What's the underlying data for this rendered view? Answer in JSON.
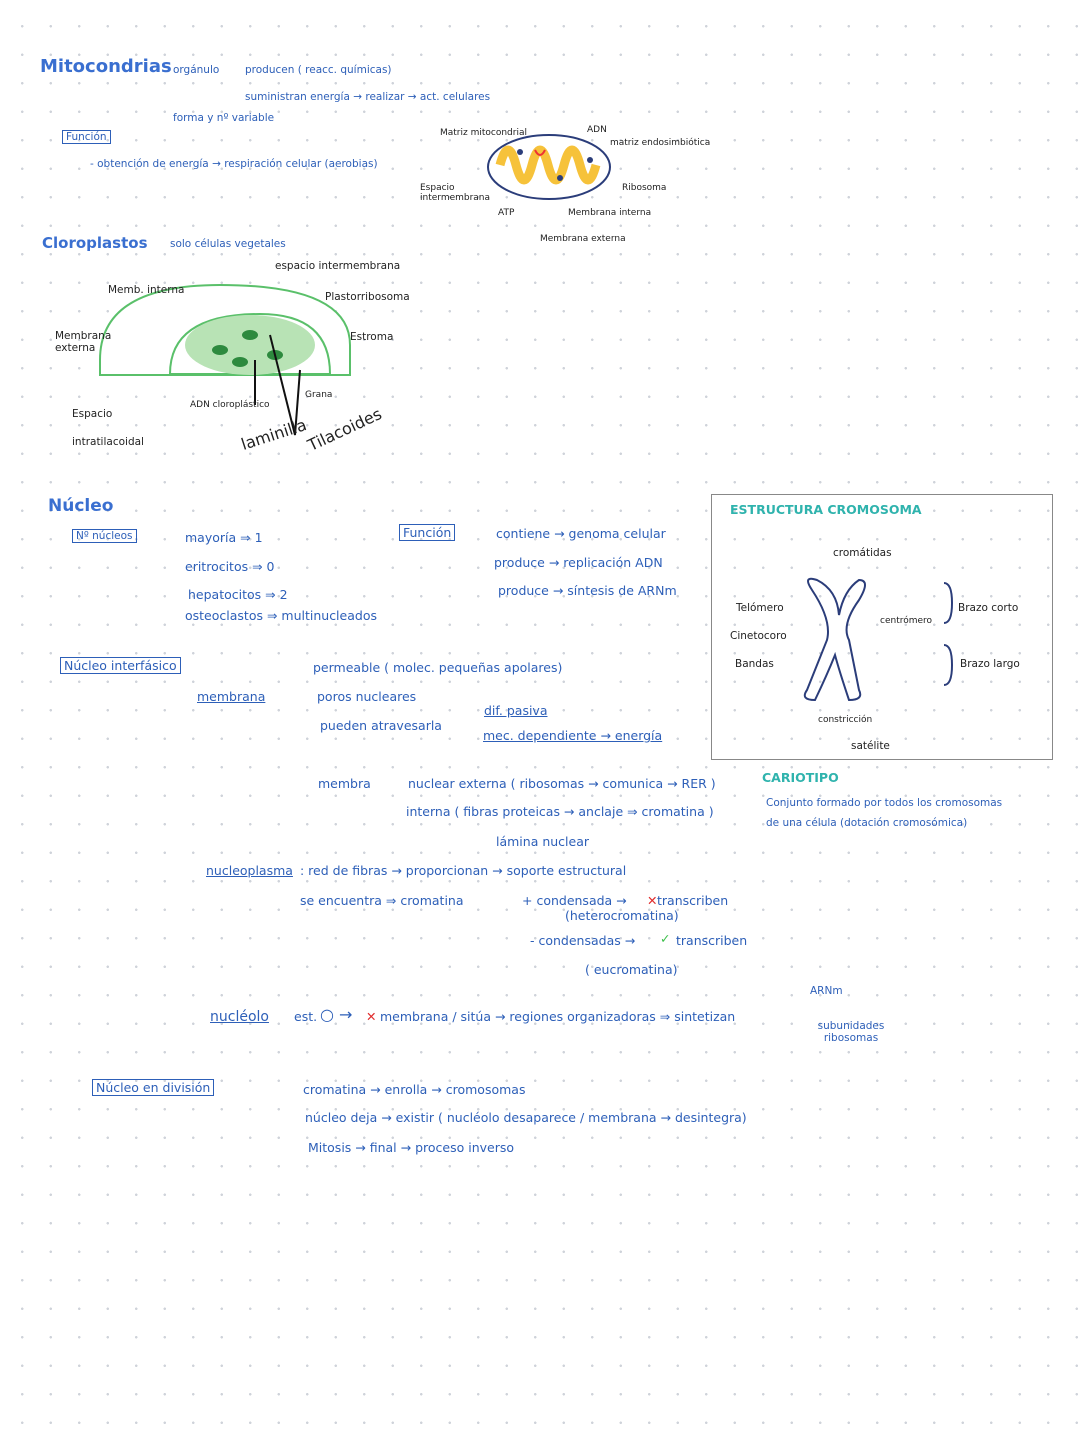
{
  "colors": {
    "ink": "#2d5fb8",
    "accent": "#2fb3ad",
    "label": "#222222"
  },
  "mito": {
    "title": "Mitocondrias",
    "l1a": "orgánulo",
    "l1b": "producen ( reacc. químicas)",
    "l2": "suministran energía → realizar → act. celulares",
    "l3": "forma y nº variable",
    "func_box": "Función",
    "func": "- obtención de energía → respiración celular (aerobias)",
    "labels": {
      "matriz": "Matriz mitocondrial",
      "adn": "ADN",
      "endos": "matriz endosimbiótica",
      "espacio": "Espacio intermembrana",
      "atp": "ATP",
      "ribosoma": "Ribosoma",
      "interna": "Membrana interna",
      "externa": "Membrana externa"
    }
  },
  "cloro": {
    "title": "Cloroplastos",
    "sub": "solo células vegetales",
    "labels": {
      "espacio": "espacio intermembrana",
      "memb_int": "Memb. interna",
      "plasto": "Plastorribosoma",
      "memb_ext": "Membrana externa",
      "estroma": "Estroma",
      "espacio_intra": "Espacio intratilacoidal",
      "adn": "ADN cloroplástico",
      "grana": "Grana",
      "laminilla": "laminilla",
      "tilac": "Tilacoides"
    }
  },
  "nucleo": {
    "title": "Núcleo",
    "n_box": "Nº núcleos",
    "n_items": [
      "mayoría ⇒ 1",
      "eritrocitos ⇒ 0",
      "hepatocitos ⇒ 2",
      "osteoclastos ⇒ multinucleados"
    ],
    "f_box": "Función",
    "f_items": [
      "contiene → genoma celular",
      "produce → replicación ADN",
      "produce → síntesis de ARNm"
    ],
    "inter_box": "Núcleo interfásico",
    "membrana": "membrana",
    "m_items": [
      "permeable ( molec. pequeñas apolares)",
      "poros nucleares",
      "pueden atravesarla"
    ],
    "pasiva": "dif. pasiva",
    "dep": "mec. dependiente → energía",
    "membra": "membra",
    "ext": "nuclear externa ( ribosomas → comunica → RER )",
    "int": "interna ( fibras proteicas → anclaje ⇒ cromatina )",
    "lamina": "lámina nuclear",
    "nucleoplasma": "nucleoplasma",
    "np1": ": red de fibras → proporcionan → soporte estructural",
    "np2": "se encuentra ⇒ cromatina",
    "c1": "+ condensada →",
    "c1b": "transcriben",
    "het": "(heterocromatina)",
    "c2": "- condensadas →",
    "c2b": "transcriben",
    "eu": "( eucromatina)",
    "nucleolo": "nucléolo",
    "nl": "est.",
    "nl2": "membrana / sitúa → regiones organizadoras ⇒ sintetizan",
    "arnm": "ARNm",
    "sub": "subunidades ribosomas",
    "div_box": "Núcleo en división",
    "d_items": [
      "cromatina → enrolla → cromosomas",
      "núcleo deja → existir ( nucléolo desaparece / membrana → desintegra)",
      "Mitosis → final → proceso inverso"
    ]
  },
  "crom": {
    "title": "ESTRUCTURA CROMOSOMA",
    "cromatidas": "cromátidas",
    "telomero": "Telómero",
    "cinetocoro": "Cinetocoro",
    "bandas": "Bandas",
    "centromero": "centrómero",
    "corto": "Brazo corto",
    "largo": "Brazo largo",
    "constriccion": "constricción",
    "satelite": "satélite"
  },
  "cariotipo": {
    "title": "CARIOTIPO",
    "text1": "Conjunto formado por todos los cromosomas",
    "text2": "de una célula (dotación cromosómica)"
  }
}
